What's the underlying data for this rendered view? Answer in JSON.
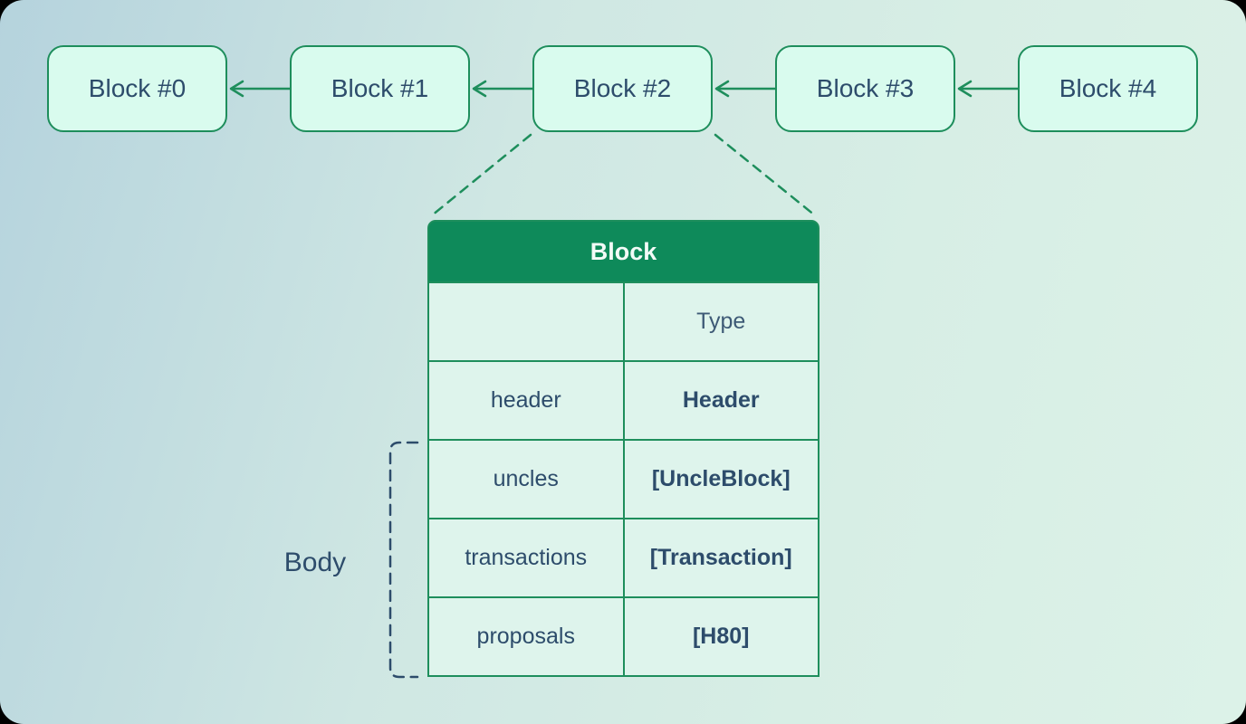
{
  "chain": {
    "blocks": [
      {
        "label": "Block #0"
      },
      {
        "label": "Block #1"
      },
      {
        "label": "Block #2"
      },
      {
        "label": "Block #3"
      },
      {
        "label": "Block #4"
      }
    ],
    "arrow_direction": "right-to-left",
    "expanded_block_index": 2
  },
  "table": {
    "title": "Block",
    "type_column_header": "Type",
    "rows": [
      {
        "field": "header",
        "type": "Header"
      },
      {
        "field": "uncles",
        "type": "[UncleBlock]"
      },
      {
        "field": "transactions",
        "type": "[Transaction]"
      },
      {
        "field": "proposals",
        "type": "[H80]"
      }
    ]
  },
  "annotations": {
    "body_label": "Body",
    "body_bracket_rows": [
      "uncles",
      "transactions",
      "proposals"
    ]
  },
  "colors": {
    "accent_green": "#0e8a5a",
    "border_green": "#1e8e5c",
    "navy_text": "#2d4c6b",
    "muted_navy": "#3e5a76",
    "block_fill": "#d9fbee",
    "cell_fill": "#def4ec",
    "header_text": "#f2fbf7",
    "bg_left": "#b5d3dd",
    "bg_mid": "#cfe7e3",
    "bg_right": "#dcf2e8",
    "outer_bg": "#000000"
  }
}
